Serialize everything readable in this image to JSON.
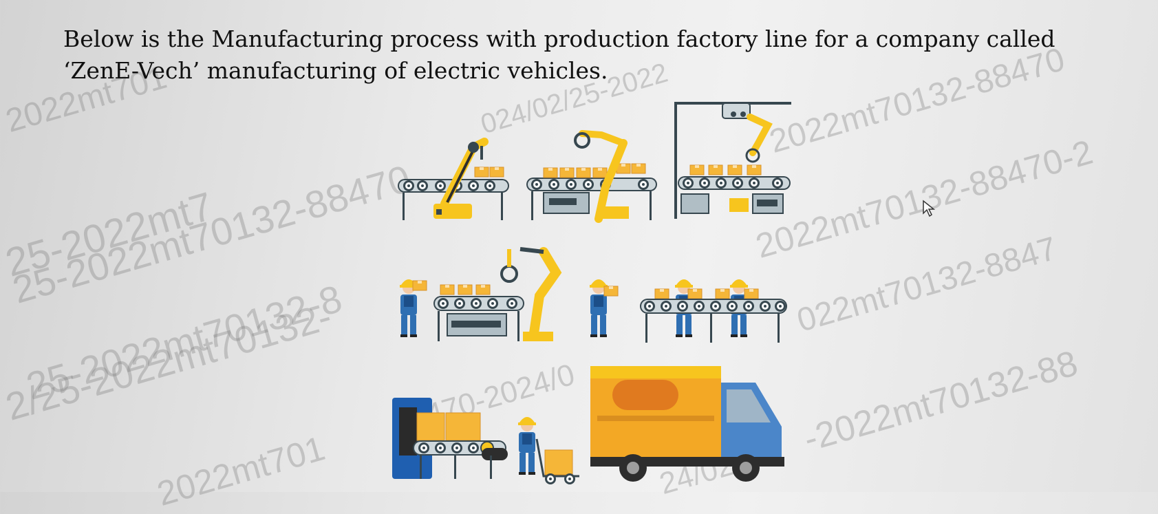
{
  "heading": {
    "line1": "Below is the Manufacturing process with production factory line for a company called",
    "line2": "‘ZenE-Vech’ manufacturing of electric vehicles."
  },
  "watermark": {
    "texts": [
      "2022mt701",
      "25-2022mt7",
      "024/02/25-2022",
      "25-2022mt70132-88470",
      "2022mt70132-88470-2",
      "25-2022mt70132-8",
      "2/25-2022mt70132-",
      "022mt70132-8847",
      "2022mt70132-88470",
      "-2022mt70132-88",
      "2022mt701",
      "470-2024/0",
      "24/02/25"
    ]
  },
  "illustration": {
    "colors": {
      "yellow": "#f7c51e",
      "conveyor": "#37474f",
      "worker_blue": "#2f6fb2",
      "truck_cargo": "#f3a825",
      "truck_cab": "#4b86c9",
      "robot_dark": "#2d2d2d",
      "machine_blue": "#1f5fb0",
      "box": "#f5b638"
    },
    "icons": [
      "robot-arm-icon",
      "conveyor-belt-icon",
      "worker-icon",
      "delivery-truck-icon",
      "hand-truck-icon",
      "packaging-machine-icon"
    ]
  },
  "cursor": {
    "icon": "mouse-pointer-icon"
  }
}
